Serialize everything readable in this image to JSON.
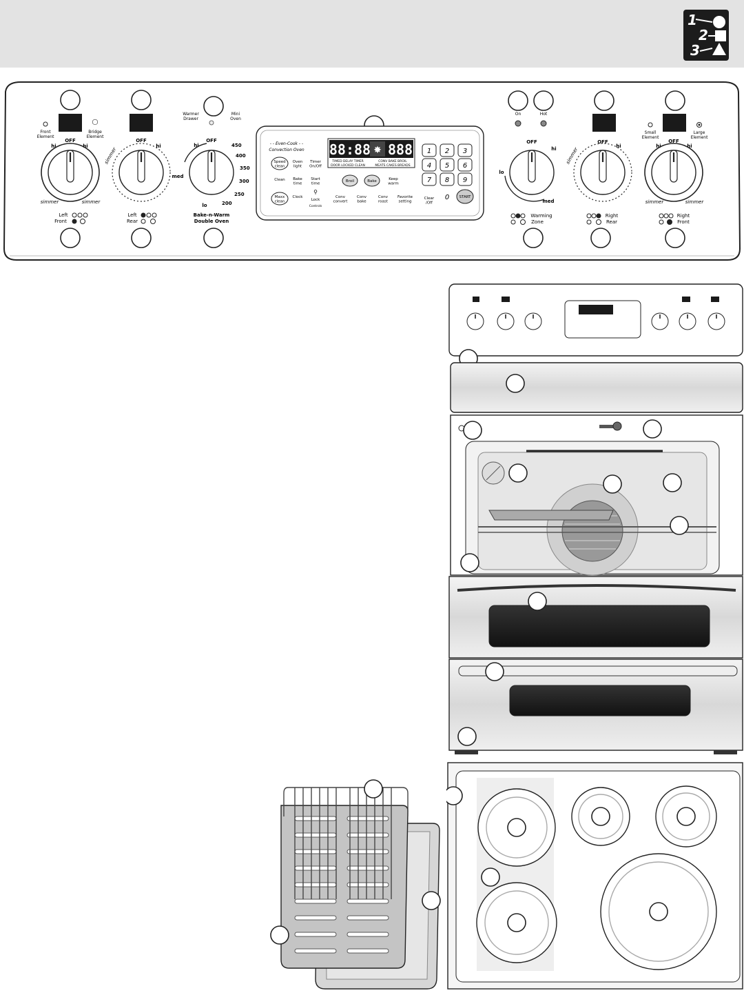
{
  "header": {
    "logo_icon": "one-two-three-shapes-icon"
  },
  "panel": {
    "left_front_knob": {
      "label_top_left": "Front\nElement",
      "label_top_right": "Bridge\nElement",
      "off": "OFF",
      "hi_left": "hi",
      "hi_right": "hi",
      "simmer_left": "simmer",
      "simmer_right": "simmer",
      "zone_label_line1": "Left",
      "zone_label_line2": "Front"
    },
    "left_rear_knob": {
      "off": "OFF",
      "hi": "hi",
      "simmer": "simmer",
      "zone_label_line1": "Left",
      "zone_label_line2": "Rear"
    },
    "bake_warm_knob": {
      "warmer_drawer": "Warmer\nDrawer",
      "mini_oven": "Mini\nOven",
      "off": "OFF",
      "hi": "hi",
      "med": "med",
      "lo": "lo",
      "temps": [
        "450",
        "400",
        "350",
        "300",
        "250",
        "200"
      ],
      "label_line1": "Bake-n-Warm",
      "label_line2": "Double Oven"
    },
    "control": {
      "title_line1": "- - Even-Cook - -",
      "title_line2": "Convection Oven",
      "display_time": "88:88",
      "display_temp": "888",
      "display_status_1": "TIMED  DELAY  TIMER",
      "display_status_2": "DOOR LOCKED CLEAN",
      "display_status_3": "CONV  BAKE  BROIL",
      "display_status_4": "MEATS  CAKES BREADS",
      "left_buttons": [
        "Speed\nclean",
        "Oven\nlight",
        "Timer\nOn/Off",
        "Clean",
        "Bake\ntime",
        "Start\ntime",
        "Maxx\nclean",
        "Clock",
        "Lock"
      ],
      "lock_caption": "Controls",
      "middle_buttons": [
        "Broil",
        "Bake",
        "Keep\nwarm",
        "Conv\nconvert",
        "Conv\nbake",
        "Conv\nroast",
        "Favorite\nsetting"
      ],
      "keypad": [
        "1",
        "2",
        "3",
        "4",
        "5",
        "6",
        "7",
        "8",
        "9",
        "0"
      ],
      "clear_off": "Clear\n/Off",
      "start": "START"
    },
    "indicators": {
      "on": "On",
      "hot": "Hot"
    },
    "warming_knob": {
      "off": "OFF",
      "hi": "hi",
      "lo": "lo",
      "med": "med",
      "label_line1": "Warming",
      "label_line2": "Zone"
    },
    "right_rear_knob": {
      "off": "OFF",
      "hi": "hi",
      "simmer": "simmer",
      "label_line1": "Right",
      "label_line2": "Rear"
    },
    "right_front_knob": {
      "small_element": "Small\nElement",
      "large_element": "Large\nElement",
      "off": "OFF",
      "hi_left": "hi",
      "hi_right": "hi",
      "simmer_left": "simmer",
      "simmer_right": "simmer",
      "label_line1": "Right",
      "label_line2": "Front"
    }
  },
  "colors": {
    "header_band": "#e3e3e3",
    "outline": "#222222",
    "display_bg": "#1a1a1a",
    "steel": "#cfcfcf"
  }
}
